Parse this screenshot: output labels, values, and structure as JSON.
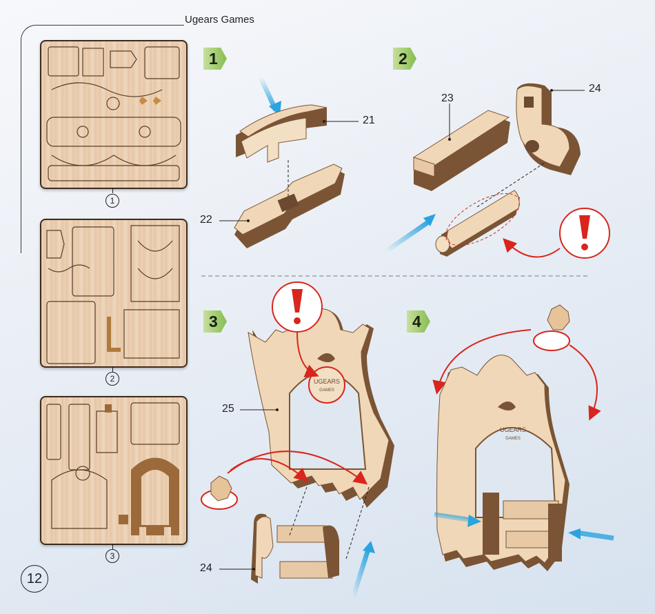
{
  "header": {
    "brand": "Ugears Games"
  },
  "sheets": [
    {
      "number": "1"
    },
    {
      "number": "2"
    },
    {
      "number": "3"
    }
  ],
  "steps": [
    {
      "number": "1",
      "callouts": [
        "21",
        "22"
      ]
    },
    {
      "number": "2",
      "callouts": [
        "23",
        "24"
      ]
    },
    {
      "number": "3",
      "callouts": [
        "25",
        "24"
      ]
    },
    {
      "number": "4",
      "callouts": []
    }
  ],
  "logo_text": [
    "UGEARS",
    "GAMES"
  ],
  "page": {
    "number": "12"
  },
  "colors": {
    "wood": "#f0d7b7",
    "wood_edge": "#7a5434",
    "arrow_blue": "#2aa3e0",
    "warning_red": "#d9251d",
    "step_green": "#86bd4f"
  }
}
